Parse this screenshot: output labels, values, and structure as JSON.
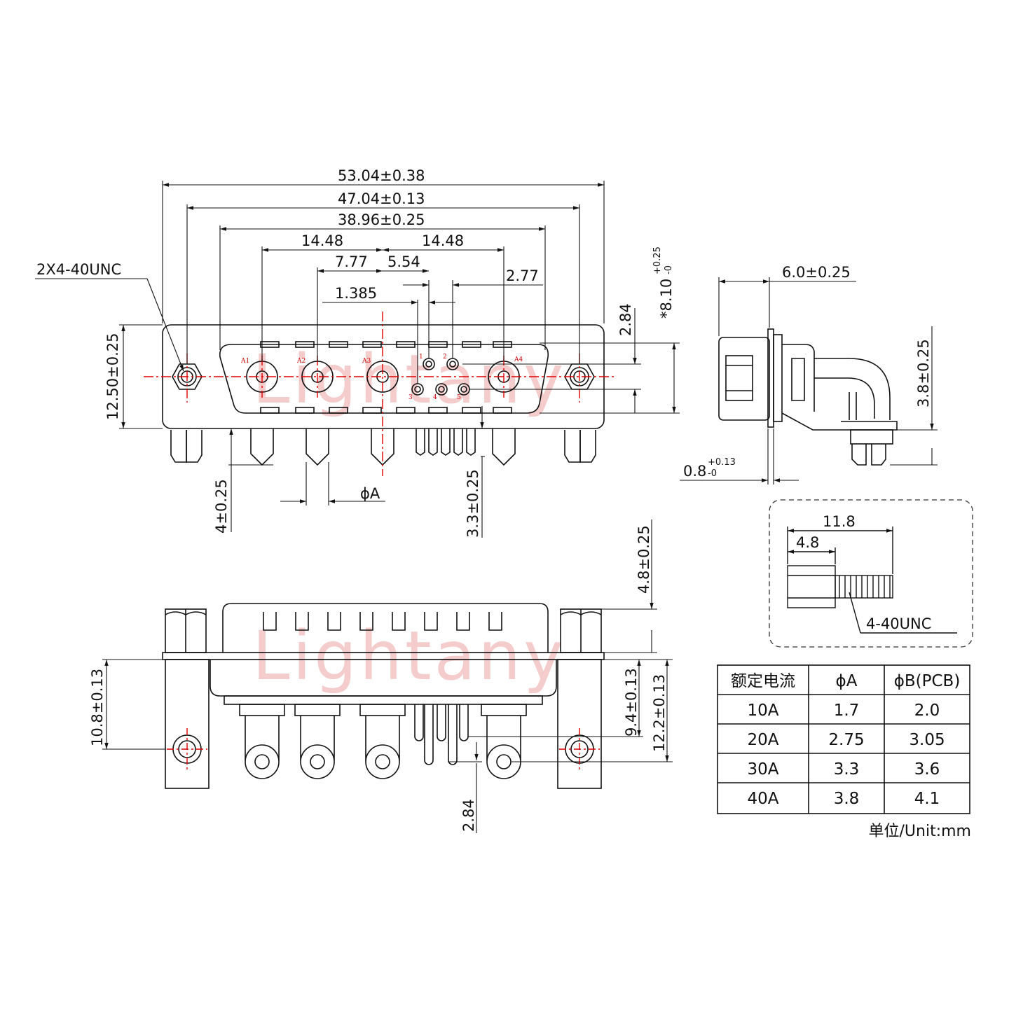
{
  "watermark": "Lightany",
  "front_view": {
    "dims": {
      "overall": "53.04±0.38",
      "mount": "47.04±0.13",
      "shell": "38.96±0.25",
      "left_pitch": "14.48",
      "right_pitch": "14.48",
      "p_777": "7.77",
      "p_554": "5.54",
      "p_277": "2.77",
      "p_1385": "1.385",
      "height": "12.50±0.25",
      "p_284": "2.84",
      "p_810": "*8.10",
      "p_810_tol_upper": "+0.25",
      "p_810_tol_lower": "-0",
      "tail_4": "4±0.25",
      "tail_33": "3.3±0.25",
      "phi_a": "ϕA"
    },
    "thread_label": "2X4-40UNC",
    "pins": [
      "A1",
      "A2",
      "A3",
      "A4",
      "1",
      "2",
      "3",
      "4",
      "5"
    ]
  },
  "side_view": {
    "dims": {
      "p_60": "6.0±0.25",
      "p_38": "3.8±0.25",
      "p_08": "0.8",
      "p_08_tol_upper": "+0.13",
      "p_08_tol_lower": "-0"
    }
  },
  "screw_detail": {
    "dims": {
      "len": "11.8",
      "head": "4.8"
    },
    "thread_label": "4-40UNC"
  },
  "bottom_view": {
    "dims": {
      "p_48": "4.8±0.25",
      "p_108": "10.8±0.13",
      "p_94": "9.4±0.13",
      "p_122": "12.2±0.13",
      "p_284": "2.84"
    }
  },
  "spec_table": {
    "headers": [
      "额定电流",
      "ϕA",
      "ϕB(PCB)"
    ],
    "rows": [
      [
        "10A",
        "1.7",
        "2.0"
      ],
      [
        "20A",
        "2.75",
        "3.05"
      ],
      [
        "30A",
        "3.3",
        "3.6"
      ],
      [
        "40A",
        "3.8",
        "4.1"
      ]
    ]
  },
  "unit_note": "单位/Unit:mm",
  "colors": {
    "line": "#111111",
    "center": "#e00000",
    "watermark": "#f4cccc"
  }
}
